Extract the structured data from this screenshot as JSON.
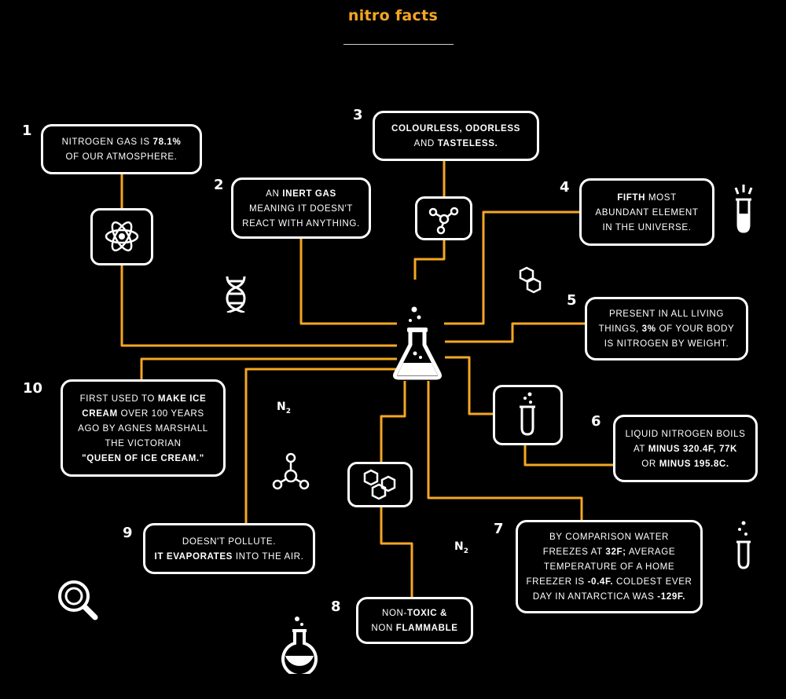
{
  "title": "nitro facts",
  "colors": {
    "accent": "#f5a623",
    "line": "#f5a623",
    "box": "#ffffff",
    "background": "#000000"
  },
  "n2_label": "N",
  "n2_sub": "2",
  "facts": [
    {
      "number": "1",
      "html": "NITROGEN GAS IS <b>78.1%</b><br>OF OUR ATMOSPHERE."
    },
    {
      "number": "2",
      "html": "AN <b>INERT GAS</b><br>MEANING IT DOESN'T<br>REACT WITH ANYTHING."
    },
    {
      "number": "3",
      "html": "<b>COLOURLESS, ODORLESS</b><br>AND <b>TASTELESS.</b>"
    },
    {
      "number": "4",
      "html": "<b>FIFTH</b> MOST<br>ABUNDANT ELEMENT<br>IN THE UNIVERSE."
    },
    {
      "number": "5",
      "html": "PRESENT IN ALL LIVING<br>THINGS, <b>3%</b> OF YOUR BODY<br>IS NITROGEN BY WEIGHT."
    },
    {
      "number": "6",
      "html": "LIQUID NITROGEN BOILS<br>AT <b>MINUS 320.4F, 77K</b><br>OR <b>MINUS 195.8C.</b>"
    },
    {
      "number": "7",
      "html": "BY COMPARISON WATER<br>FREEZES AT <b>32F;</b> AVERAGE<br>TEMPERATURE OF A HOME<br>FREEZER IS <b>-0.4F.</b> COLDEST EVER<br>DAY IN ANTARCTICA WAS <b>-129F.</b>"
    },
    {
      "number": "8",
      "html": "NON-<b>TOXIC &amp;</b><br>NON <b>FLAMMABLE</b>"
    },
    {
      "number": "9",
      "html": "DOESN'T POLLUTE.<br><b>IT EVAPORATES</b> INTO THE AIR."
    },
    {
      "number": "10",
      "html": "FIRST USED TO <b>MAKE ICE<br>CREAM</b> OVER 100 YEARS<br>AGO BY AGNES MARSHALL<br>THE VICTORIAN<br><b>\"QUEEN OF ICE CREAM.\"</b>"
    }
  ]
}
